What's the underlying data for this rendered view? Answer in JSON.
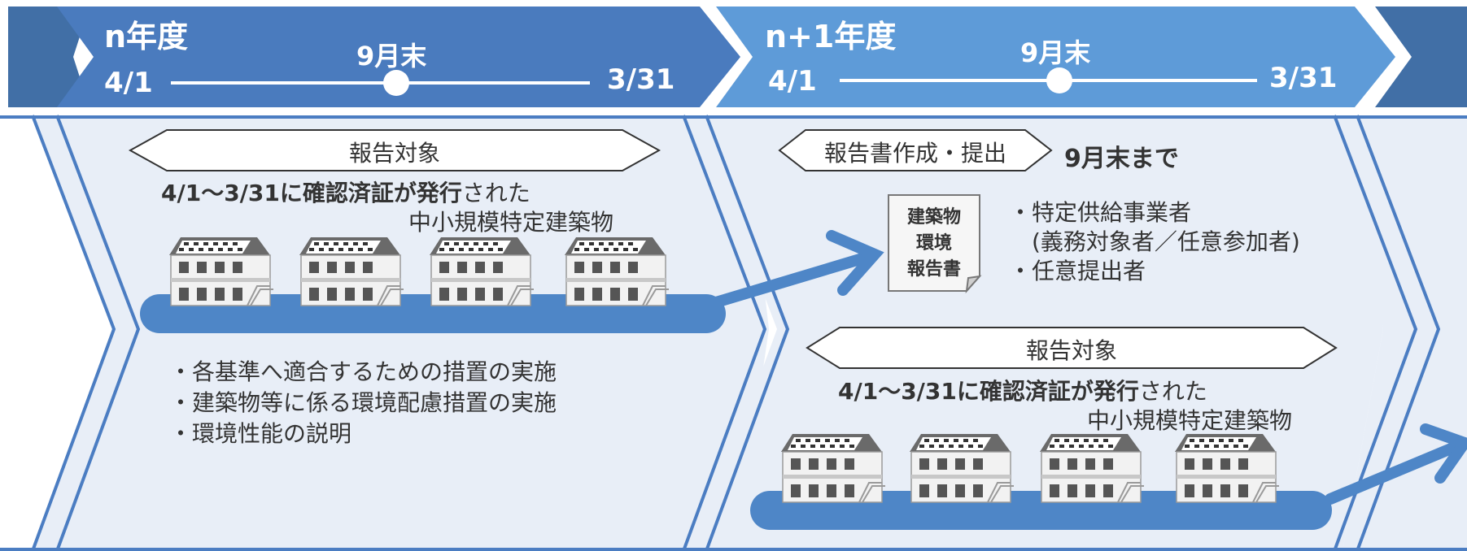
{
  "colors": {
    "header_dark": "#4A7BBE",
    "header_light": "#5E9BD8",
    "edge_band": "#416FA6",
    "panel_bg": "#E8EEF7",
    "panel_border": "#4B7DC2",
    "platform": "#4E86C7",
    "text": "#333333"
  },
  "header": {
    "year1": {
      "label": "n年度",
      "start": "4/1",
      "mid": "9月末",
      "end": "3/31"
    },
    "year2": {
      "label": "n+1年度",
      "start": "4/1",
      "mid": "9月末",
      "end": "3/31"
    }
  },
  "panel1": {
    "tag": "報告対象",
    "line1_bold": "4/1〜3/31に確認済証が発行",
    "line1_normal": "された",
    "line2": "中小規模特定建築物",
    "bullets": [
      "・各基準へ適合するための措置の実施",
      "・建築物等に係る環境配慮措置の実施",
      "・環境性能の説明"
    ]
  },
  "panel2": {
    "report_tag": "報告書作成・提出",
    "deadline": "9月末まで",
    "document_lines": [
      "建築物",
      "環境",
      "報告書"
    ],
    "submitters": [
      "・特定供給事業者",
      "　(義務対象者／任意参加者)",
      "・任意提出者"
    ],
    "tag": "報告対象",
    "line1_bold": "4/1〜3/31に確認済証が発行",
    "line1_normal": "された",
    "line2": "中小規模特定建築物"
  }
}
